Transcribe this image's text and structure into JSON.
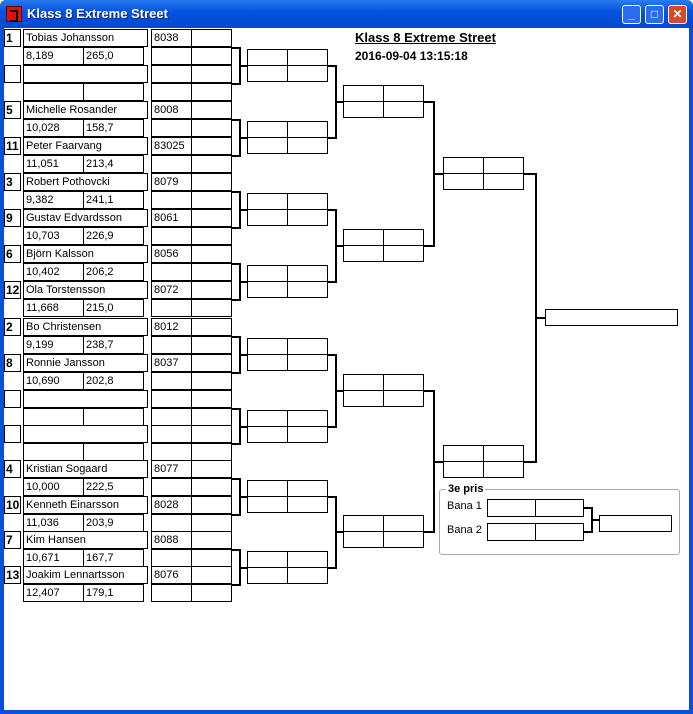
{
  "window": {
    "title": "Klass 8 Extreme Street",
    "minimize": "_",
    "maximize": "□",
    "close": "✕"
  },
  "header": {
    "title": "Klass 8 Extreme Street",
    "date": "2016-09-04 13:15:18"
  },
  "entries": [
    {
      "seed": "1",
      "name": "Tobias Johansson",
      "time": "8,189",
      "speed": "265,0",
      "car": "8038"
    },
    {
      "seed": "",
      "name": "",
      "time": "",
      "speed": "",
      "car": ""
    },
    {
      "seed": "5",
      "name": "Michelle Rosander",
      "time": "10,028",
      "speed": "158,7",
      "car": "8008"
    },
    {
      "seed": "11",
      "name": "Peter Faarvang",
      "time": "11,051",
      "speed": "213,4",
      "car": "83025"
    },
    {
      "seed": "3",
      "name": "Robert Pothovcki",
      "time": "9,382",
      "speed": "241,1",
      "car": "8079"
    },
    {
      "seed": "9",
      "name": "Gustav Edvardsson",
      "time": "10,703",
      "speed": "226,9",
      "car": "8061"
    },
    {
      "seed": "6",
      "name": "Björn Kalsson",
      "time": "10,402",
      "speed": "206,2",
      "car": "8056"
    },
    {
      "seed": "12",
      "name": "Ola Torstensson",
      "time": "11,668",
      "speed": "215,0",
      "car": "8072"
    },
    {
      "seed": "2",
      "name": "Bo Christensen",
      "time": "9,199",
      "speed": "238,7",
      "car": "8012"
    },
    {
      "seed": "8",
      "name": "Ronnie Jansson",
      "time": "10,690",
      "speed": "202,8",
      "car": "8037"
    },
    {
      "seed": "",
      "name": "",
      "time": "",
      "speed": "",
      "car": ""
    },
    {
      "seed": "",
      "name": "",
      "time": "",
      "speed": "",
      "car": ""
    },
    {
      "seed": "4",
      "name": "Kristian Sogaard",
      "time": "10,000",
      "speed": "222,5",
      "car": "8077"
    },
    {
      "seed": "10",
      "name": "Kenneth Einarsson",
      "time": "11,036",
      "speed": "203,9",
      "car": "8028"
    },
    {
      "seed": "7",
      "name": "Kim Hansen",
      "time": "10,671",
      "speed": "167,7",
      "car": "8088"
    },
    {
      "seed": "13",
      "name": "Joakim Lennartsson",
      "time": "12,407",
      "speed": "179,1",
      "car": "8076"
    }
  ],
  "third_place": {
    "label": "3e pris",
    "lane1": "Bana 1",
    "lane2": "Bana 2"
  }
}
